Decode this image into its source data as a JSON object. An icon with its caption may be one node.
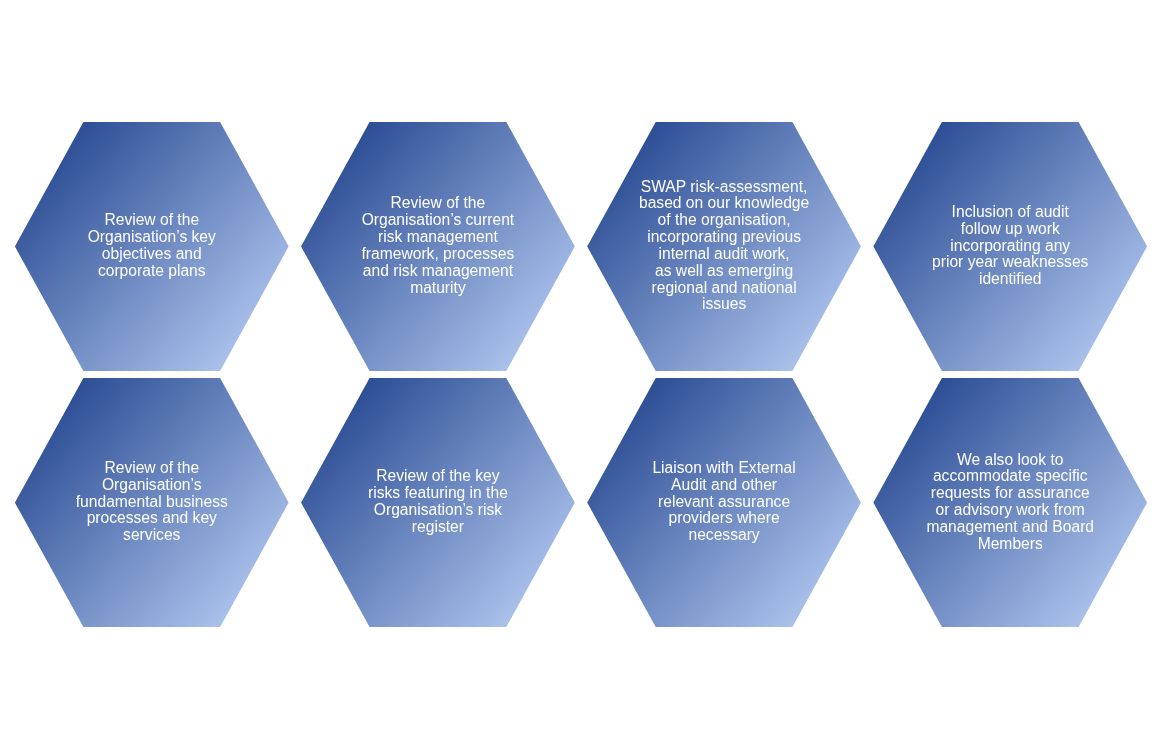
{
  "diagram": {
    "nodes": [
      {
        "text": [
          "Review of the Organisation’s key objectives and corporate plans"
        ]
      },
      {
        "text": [
          "Review of the Organisation’s fundamental business processes and key services"
        ]
      },
      {
        "text": [
          "Review of the Organisation’s current risk management framework, processes and risk management maturity"
        ]
      },
      {
        "text": [
          "Review of the key risks featuring in the Organisation’s risk register"
        ]
      },
      {
        "text": [
          "SWAP risk-assessment, based on our knowledge of the organisation, incorporating previous internal audit work, as well as emerging regional and national issues"
        ]
      },
      {
        "text": [
          "Liaison with External Audit and other relevant assurance providers where necessary"
        ]
      },
      {
        "text": [
          "Inclusion of audit follow up work incorporating any prior year weaknesses identified"
        ]
      },
      {
        "text": [
          "We also look to accommodate specific requests for assurance or advisory work from management and Board Members"
        ]
      }
    ],
    "edges": []
  }
}
